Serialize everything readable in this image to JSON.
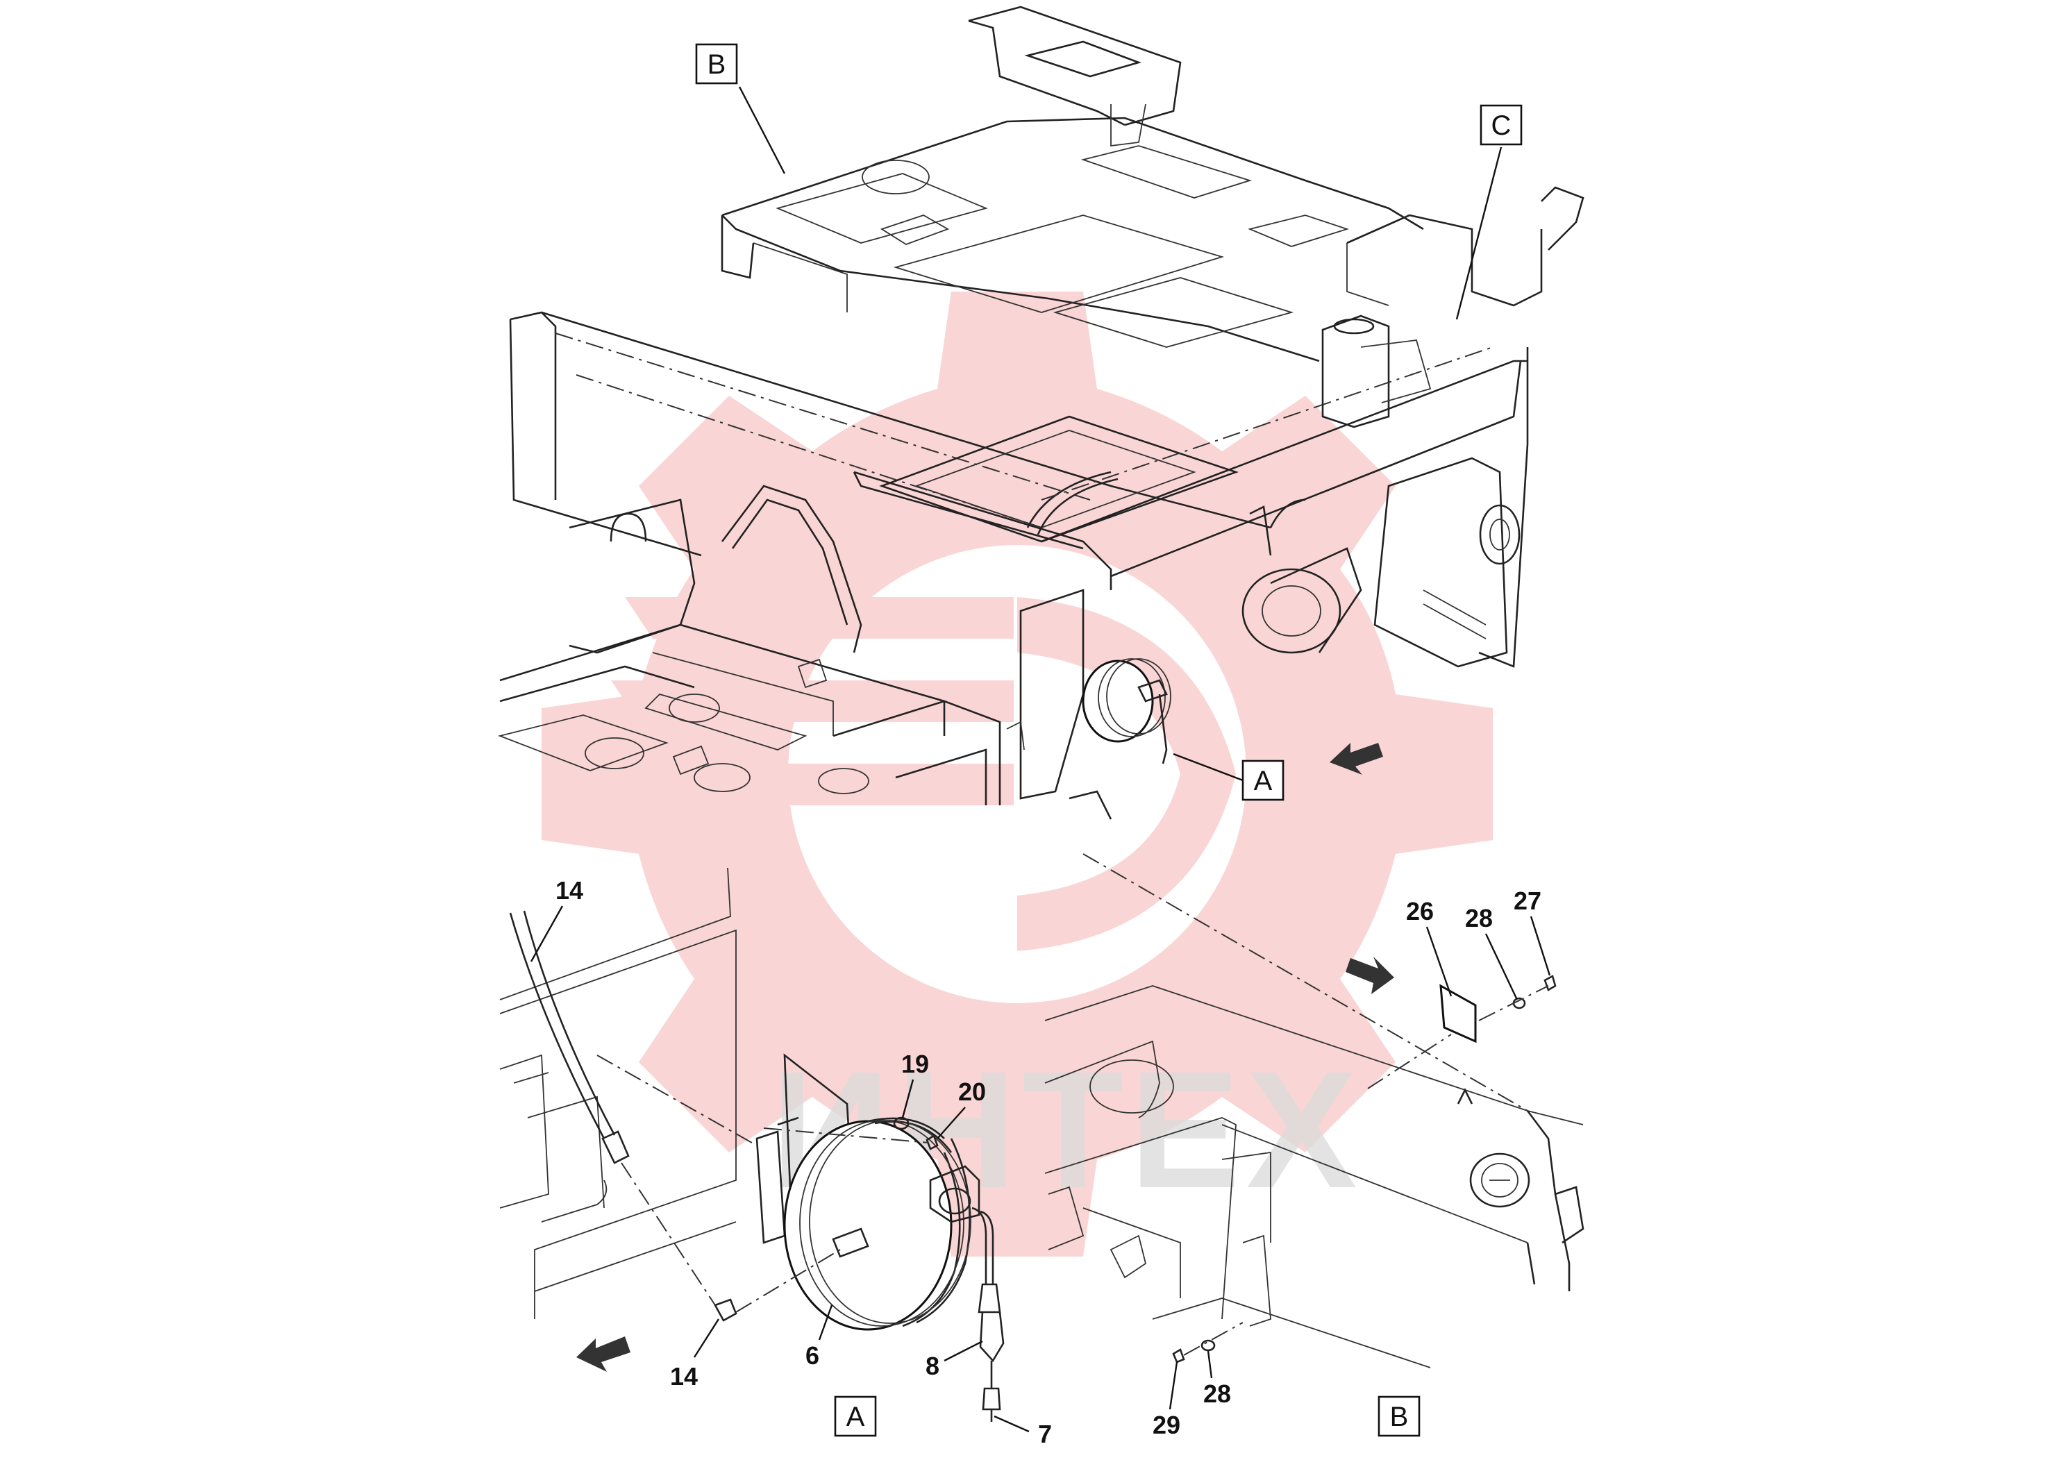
{
  "figure": {
    "view_labels": [
      {
        "id": "B",
        "text": "B"
      },
      {
        "id": "C",
        "text": "C"
      },
      {
        "id": "A-top",
        "text": "A"
      },
      {
        "id": "A-bottom",
        "text": "A"
      },
      {
        "id": "B-bottom",
        "text": "B"
      }
    ],
    "callouts": [
      {
        "id": "c14a",
        "text": "14"
      },
      {
        "id": "c14b",
        "text": "14"
      },
      {
        "id": "c19",
        "text": "19"
      },
      {
        "id": "c20",
        "text": "20"
      },
      {
        "id": "c6",
        "text": "6"
      },
      {
        "id": "c8",
        "text": "8"
      },
      {
        "id": "c7",
        "text": "7"
      },
      {
        "id": "c26",
        "text": "26"
      },
      {
        "id": "c28a",
        "text": "28"
      },
      {
        "id": "c27",
        "text": "27"
      },
      {
        "id": "c28b",
        "text": "28"
      },
      {
        "id": "c29",
        "text": "29"
      }
    ],
    "watermark": {
      "text": "ИНТЕХ",
      "logo": "gear-logo",
      "color": "#f6b3b3"
    }
  }
}
